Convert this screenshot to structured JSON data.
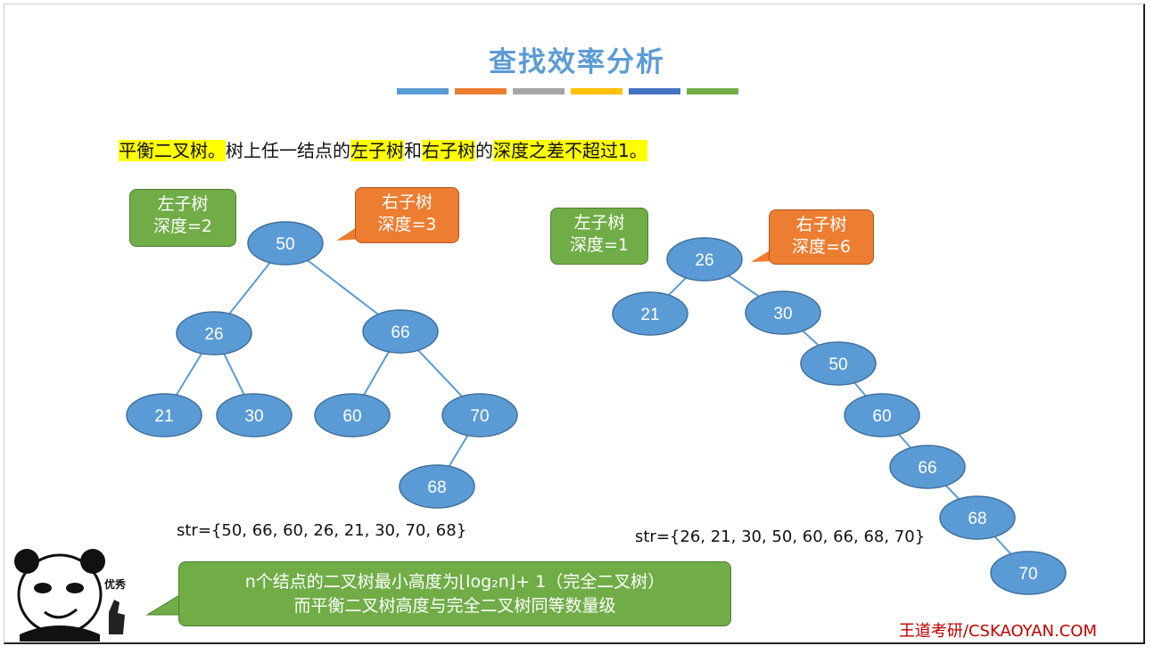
{
  "title": "查找效率分析",
  "title_bar_colors": [
    "#5b9bd5",
    "#ed7d31",
    "#a5a5a5",
    "#ffc000",
    "#4472c4",
    "#70ad47"
  ],
  "description": {
    "parts": [
      {
        "text": "平衡二叉树。",
        "highlight": true
      },
      {
        "text": "树上任一结点的",
        "highlight": false
      },
      {
        "text": "左子树",
        "highlight": true
      },
      {
        "text": "和",
        "highlight": false
      },
      {
        "text": "右子树",
        "highlight": true
      },
      {
        "text": "的",
        "highlight": false
      },
      {
        "text": "深度之差不超过1。",
        "highlight": true
      }
    ]
  },
  "left_tree": {
    "nodes": [
      "50",
      "26",
      "66",
      "21",
      "30",
      "60",
      "70",
      "68"
    ],
    "left_callout": {
      "line1": "左子树",
      "line2": "深度=2"
    },
    "right_callout": {
      "line1": "右子树",
      "line2": "深度=3"
    },
    "str": "str={50, 66, 60, 26, 21, 30, 70, 68}"
  },
  "right_tree": {
    "nodes": [
      "26",
      "21",
      "30",
      "50",
      "60",
      "66",
      "68",
      "70"
    ],
    "left_callout": {
      "line1": "左子树",
      "line2": "深度=1"
    },
    "right_callout": {
      "line1": "右子树",
      "line2": "深度=6"
    },
    "str": "str={26, 21, 30, 50, 60, 66, 68, 70}"
  },
  "bottom_note": {
    "line1": "n个结点的二叉树最小高度为⌊log₂n⌋+ 1（完全二叉树）",
    "line2": "而平衡二叉树高度与完全二叉树同等数量级"
  },
  "sticker_text": "优秀",
  "brand": "王道考研/CSKAOYAN.COM",
  "colors": {
    "node": "#5b9bd5",
    "green": "#70ad47",
    "orange": "#ed7d31",
    "highlight": "#ffff00"
  }
}
